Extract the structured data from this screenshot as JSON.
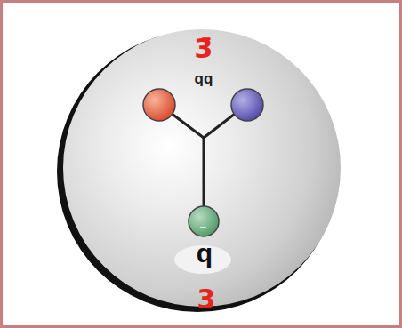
{
  "diagram": {
    "labels": [
      "3̄",
      "qq",
      "q",
      "3"
    ]
  }
}
